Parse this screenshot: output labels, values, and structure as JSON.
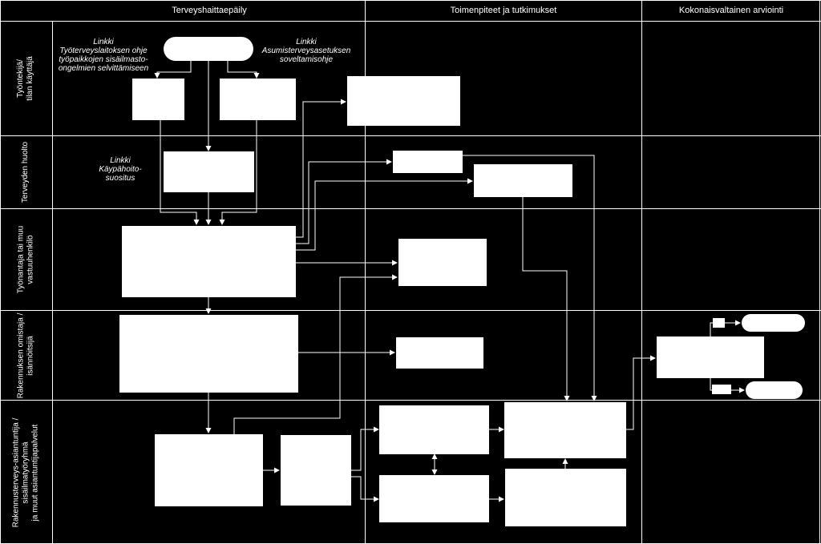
{
  "columns": {
    "c1": "Terveyshaittaepäily",
    "c2": "Toimenpiteet ja tutkimukset",
    "c3": "Kokonaisvaltainen arviointi"
  },
  "lanes": {
    "l1": "Työntekijä/\ntilan käyttäjä",
    "l2": "Terveyden huolto",
    "l3": "Työnantaja tai muu\nvastuuhenkilö",
    "l4": "Rakennuksen omistaja /\nisännöitsijä",
    "l5": "Rakennusterveys-asiantuntija /\nsisäilmatyöryhmä\nja muut asiantuntijapalvelut"
  },
  "notes": {
    "link1": "Linkki\nTyöterveyslaitoksen ohje\ntyöpaikkojen sisäilmasto-\nongelmien selvittämiseen",
    "link2": "Linkki\nAsumisterveysasetuksen\nsoveltamisohje",
    "link3": "Linkki\nKäypähoito-\nsuositus"
  }
}
